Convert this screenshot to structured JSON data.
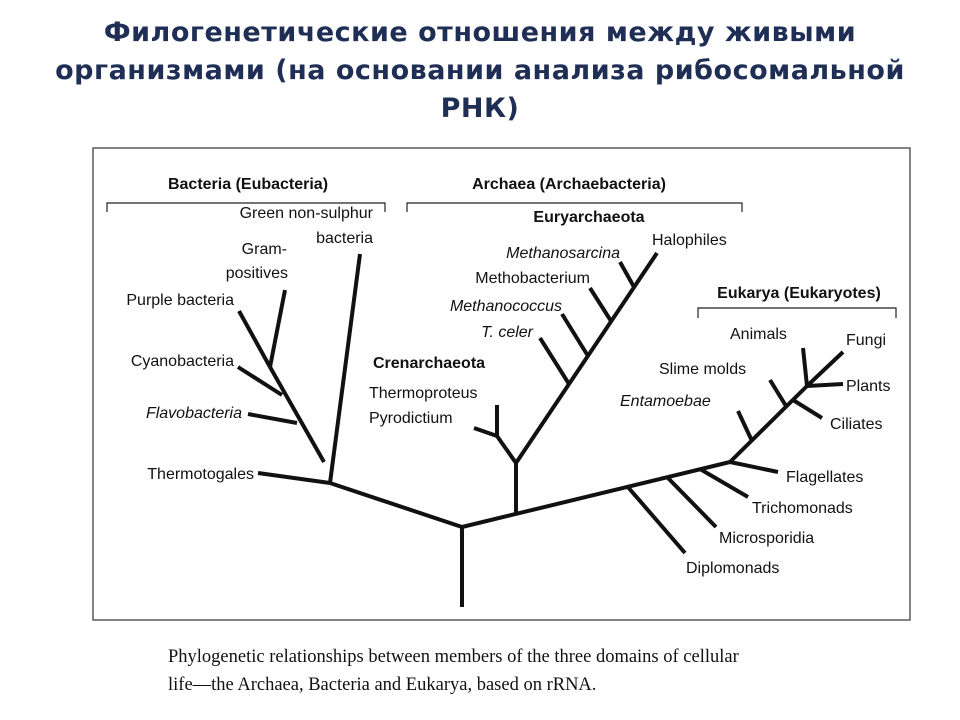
{
  "slide": {
    "title_lines": [
      "Филогенетические отношения между живыми",
      "организмами (на основании анализа рибосомальной",
      "РНК)"
    ]
  },
  "diagram": {
    "groups": {
      "bacteria": "Bacteria (Eubacteria)",
      "archaea": "Archaea (Archaebacteria)",
      "euryarchaeota": "Euryarchaeota",
      "crenarchaeota": "Crenarchaeota",
      "eukarya": "Eukarya (Eukaryotes)"
    },
    "bacteria_taxa": {
      "green_nonsulphur_1": "Green non-sulphur",
      "green_nonsulphur_2": "bacteria",
      "gram_positives_1": "Gram-",
      "gram_positives_2": "positives",
      "purple_bacteria": "Purple bacteria",
      "cyanobacteria": "Cyanobacteria",
      "flavobacteria": "Flavobacteria",
      "thermotogales": "Thermotogales"
    },
    "archaea_taxa": {
      "halophiles": "Halophiles",
      "methanosarcina": "Methanosarcina",
      "methobacterium": "Methobacterium",
      "methanococcus": "Methanococcus",
      "t_celer": "T. celer",
      "thermoproteus": "Thermoproteus",
      "pyrodictium": "Pyrodictium"
    },
    "eukarya_taxa": {
      "animals": "Animals",
      "fungi": "Fungi",
      "slime_molds": "Slime molds",
      "plants": "Plants",
      "entamoebae": "Entamoebae",
      "ciliates": "Ciliates",
      "flagellates": "Flagellates",
      "trichomonads": "Trichomonads",
      "microsporidia": "Microsporidia",
      "diplomonads": "Diplomonads"
    }
  },
  "caption": {
    "line1": "Phylogenetic relationships between members of the three domains of cellular",
    "line2": "life—the Archaea, Bacteria and Eukarya, based on rRNA."
  }
}
